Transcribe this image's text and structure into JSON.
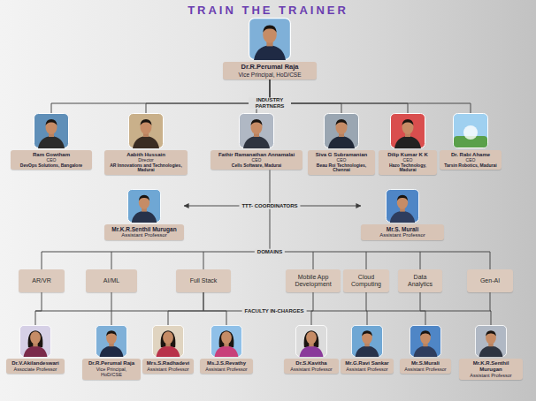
{
  "diagram": {
    "title": "TRAIN THE TRAINER",
    "nodes": [
      {
        "text": [
          "Dr.R.Perumal Raja",
          "Vice Principal, HoD/CSE"
        ]
      },
      {
        "text": [
          "Ram Gowtham",
          "CEO",
          "DevOps Solutions, Bangalore"
        ]
      },
      {
        "text": [
          "Aabith Hussain",
          "Director",
          "AR Innovations and Technologies, Madurai"
        ]
      },
      {
        "text": [
          "Fathir Ramanathan Annamalai",
          "CEO",
          "Cells Software, Madurai"
        ]
      },
      {
        "text": [
          "Siva G Subramanian",
          "CEO",
          "Beau Roi Technologies, Chennai"
        ]
      },
      {
        "text": [
          "Dilip Kumar K K",
          "CEO",
          "Hazo Technology, Madurai"
        ]
      },
      {
        "text": [
          "Dr. Rabi Ahame",
          "CEO",
          "Tarsin Robotics, Madurai"
        ]
      },
      {
        "text": [
          "Mr.K.R.Senthil Murugan",
          "Assistant Professor"
        ]
      },
      {
        "text": [
          "Mr.S. Murali",
          "Assistant Professor"
        ]
      },
      {
        "text": [
          "AR/VR"
        ]
      },
      {
        "text": [
          "AI/ML"
        ]
      },
      {
        "text": [
          "Full Stack"
        ]
      },
      {
        "text": [
          "Mobile App Development"
        ]
      },
      {
        "text": [
          "Cloud Computing"
        ]
      },
      {
        "text": [
          "Data Analytics"
        ]
      },
      {
        "text": [
          "Gen-AI"
        ]
      },
      {
        "text": [
          "Dr.V.Akilandeswari",
          "Associate Professor"
        ]
      },
      {
        "text": [
          "Dr.R.Perumal Raja",
          "Vice Principal, HoD/CSE"
        ]
      },
      {
        "text": [
          "Mrs.S.Radhadevi",
          "Assistant Professor"
        ]
      },
      {
        "text": [
          "Ms.J.S.Revathy",
          "Assistant Professor"
        ]
      },
      {
        "text": [
          "Dr.S.Kavitha",
          "Assistant Professor"
        ]
      },
      {
        "text": [
          "Mr.G.Ravi Sankar",
          "Assistant Professor"
        ]
      },
      {
        "text": [
          "Mr.S.Murali",
          "Assistant Professor"
        ]
      },
      {
        "text": [
          "Mr.K.R.Senthil Murugan",
          "Assistant Professor"
        ]
      }
    ],
    "edges": [
      {
        "from": 0,
        "to": 1,
        "arrow": "none"
      },
      {
        "from": 0,
        "to": 2,
        "arrow": "none"
      },
      {
        "from": 0,
        "to": 3,
        "arrow": "none"
      },
      {
        "from": 0,
        "to": 4,
        "arrow": "none"
      },
      {
        "from": 0,
        "to": 5,
        "arrow": "none"
      },
      {
        "from": 0,
        "to": 6,
        "arrow": "none"
      },
      {
        "from": 7,
        "to": 8,
        "label": "TTT- COORDINATORS",
        "arrow": "both"
      },
      {
        "from": 9,
        "to": 16,
        "arrow": "none"
      },
      {
        "from": 10,
        "to": 17,
        "arrow": "none"
      },
      {
        "from": 11,
        "to": 18,
        "arrow": "none"
      },
      {
        "from": 11,
        "to": 19,
        "arrow": "none"
      },
      {
        "from": 12,
        "to": 20,
        "arrow": "none"
      },
      {
        "from": 13,
        "to": 21,
        "arrow": "none"
      },
      {
        "from": 14,
        "to": 22,
        "arrow": "none"
      },
      {
        "from": 15,
        "to": 23,
        "arrow": "none"
      }
    ],
    "labels": [
      "INDUSTRY PARTNERS",
      "DOMAINS",
      "FACULTY IN-CHARGES"
    ]
  }
}
